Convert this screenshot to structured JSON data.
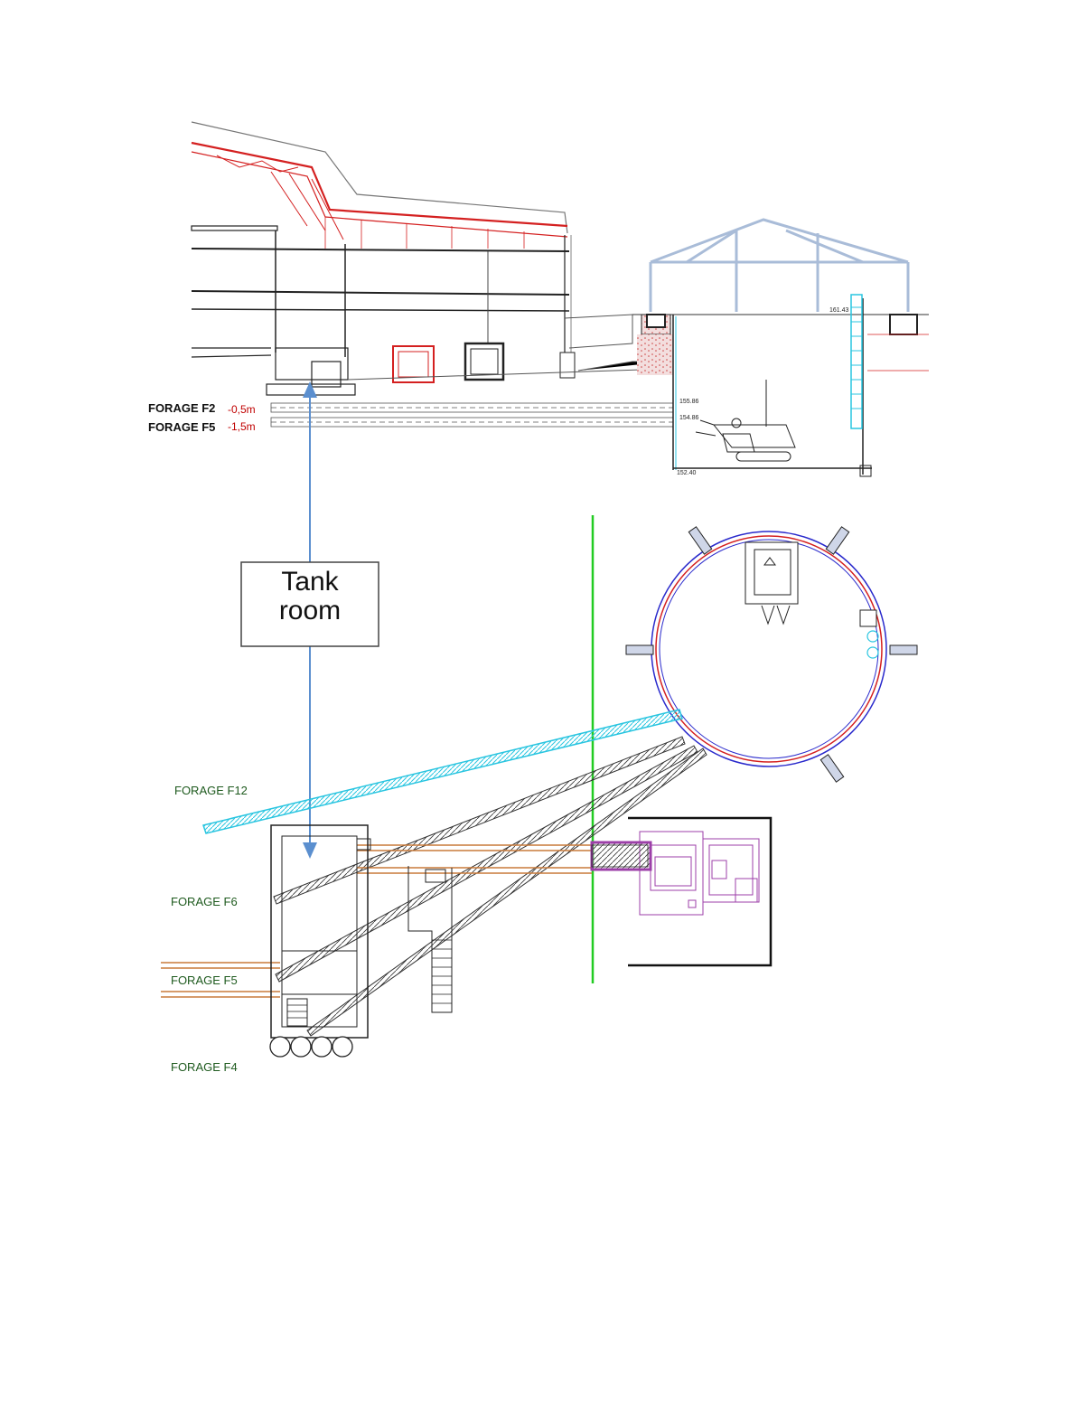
{
  "section_labels": {
    "forage_f2": "FORAGE F2",
    "forage_f5": "FORAGE F5",
    "depth_f2": "-0,5m",
    "depth_f5": "-1,5m"
  },
  "elevations": {
    "top": "161.43",
    "mid1": "155.86",
    "mid2": "154.86",
    "bottom": "152.40"
  },
  "callout": {
    "line1": "Tank",
    "line2": "room"
  },
  "plan_labels": {
    "forage_f12": "FORAGE F12",
    "forage_f6": "FORAGE F6",
    "forage_f5": "FORAGE F5",
    "forage_f4": "FORAGE F4"
  },
  "colors": {
    "roof_red": "#d42020",
    "steel_blue": "#a9bcd8",
    "arrow_blue": "#5b8fcf",
    "green_line": "#22cc22",
    "cyan": "#29c5e0",
    "magenta": "#9c3fa8",
    "orange": "#c87a3a",
    "shaft_blue": "#2a2acc"
  }
}
